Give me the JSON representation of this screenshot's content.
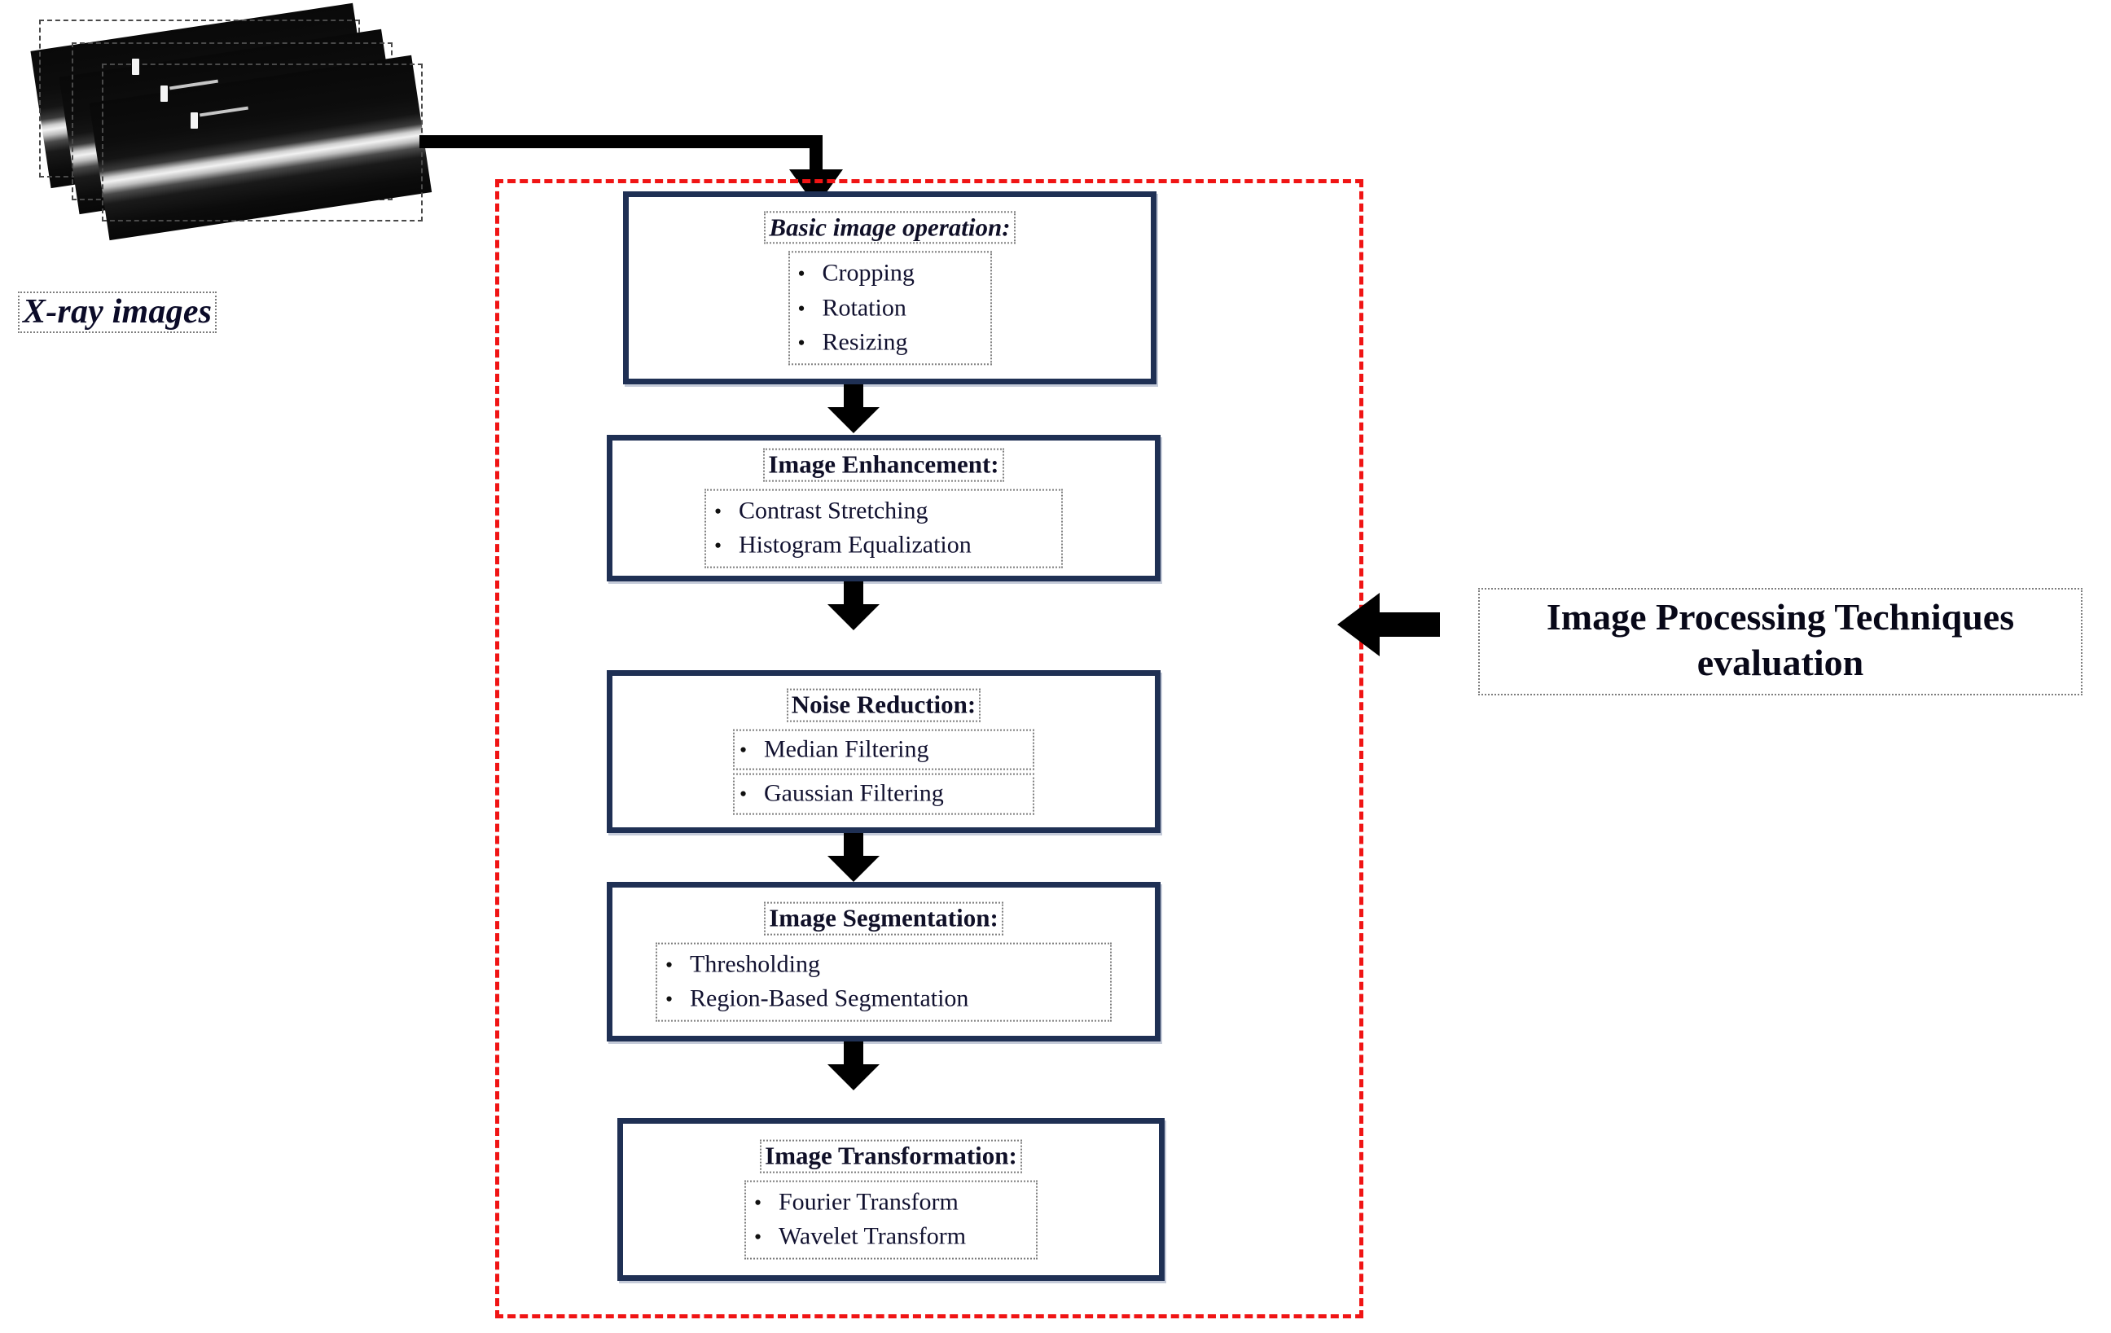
{
  "source": {
    "caption": "X-ray images",
    "panel_count": 3
  },
  "evaluation": {
    "label_line1": "Image Processing Techniques",
    "label_line2": "evaluation",
    "region_color": "#f01414",
    "arrow_direction": "left"
  },
  "colors": {
    "box_border": "#1f3054",
    "dashed_region": "#f01414",
    "arrow": "#000000",
    "text": "#101028",
    "selection_outline": "#7d7d7d"
  },
  "pipeline": {
    "stages": [
      {
        "title": "Basic image operation:",
        "title_style": "bold-italic",
        "items": [
          "Cropping",
          "Rotation",
          "Resizing"
        ]
      },
      {
        "title": "Image Enhancement:",
        "title_style": "bold",
        "items": [
          "Contrast Stretching",
          "Histogram Equalization"
        ]
      },
      {
        "title": "Noise Reduction:",
        "title_style": "bold",
        "items": [
          "Median Filtering",
          "Gaussian Filtering"
        ]
      },
      {
        "title": "Image Segmentation:",
        "title_style": "bold",
        "items": [
          "Thresholding",
          "Region-Based Segmentation"
        ]
      },
      {
        "title": "Image Transformation:",
        "title_style": "bold",
        "items": [
          "Fourier Transform",
          "Wavelet Transform"
        ]
      }
    ],
    "bullet_glyph": "•"
  }
}
